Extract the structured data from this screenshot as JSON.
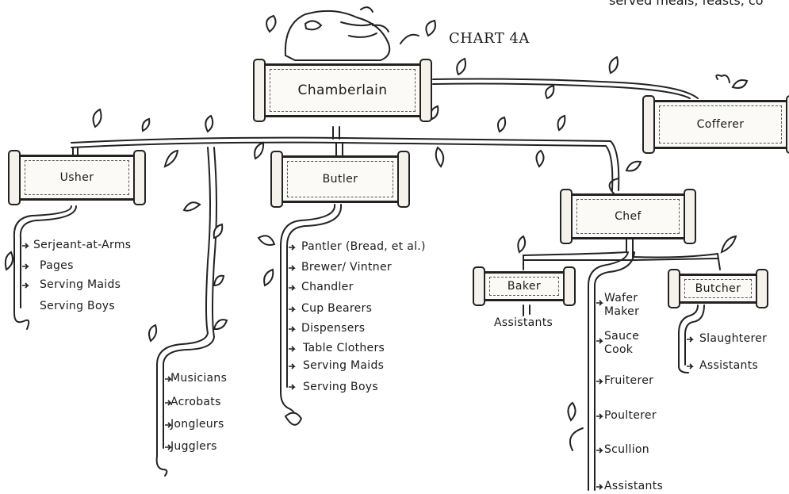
{
  "caption_top": "served meals, feasts, co",
  "chart_title": "CHART 4A",
  "boxes": {
    "chamberlain": "Chamberlain",
    "cofferer": "Cofferer",
    "usher": "Usher",
    "butler": "Butler",
    "chef": "Chef",
    "baker": "Baker",
    "butcher": "Butcher"
  },
  "usher_staff": [
    "Serjeant-at-Arms",
    "Pages",
    "Serving Maids",
    "Serving Boys"
  ],
  "entertainers": [
    "Musicians",
    "Acrobats",
    "Jongleurs",
    "Jugglers"
  ],
  "butler_staff": [
    "Pantler (Bread, et al.)",
    "Brewer/ Vintner",
    "Chandler",
    "Cup Bearers",
    "Dispensers",
    "Table Clothers",
    "Serving Maids",
    "Serving Boys"
  ],
  "baker_staff": [
    "Assistants"
  ],
  "chef_staff": [
    "Wafer Maker",
    "Sauce Cook",
    "Fruiterer",
    "Poulterer",
    "Scullion",
    "Assistants"
  ],
  "butcher_staff": [
    "Slaughterer",
    "Assistants"
  ]
}
